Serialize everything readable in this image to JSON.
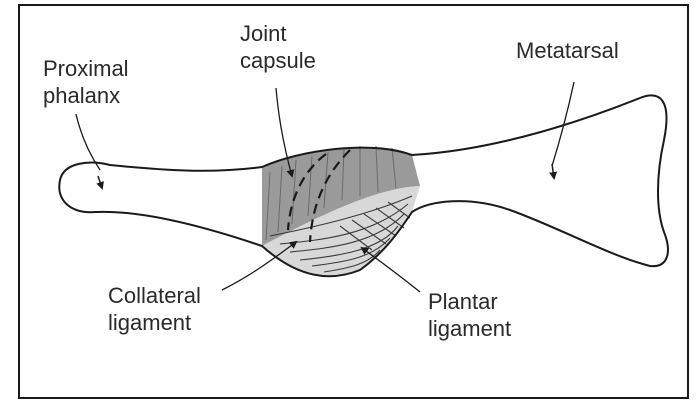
{
  "labels": {
    "proximal_phalanx": [
      "Proximal",
      "phalanx"
    ],
    "joint_capsule": [
      "Joint",
      "capsule"
    ],
    "metatarsal": [
      "Metatarsal"
    ],
    "collateral_ligament": [
      "Collateral",
      "ligament"
    ],
    "plantar_ligament": [
      "Plantar",
      "ligament"
    ]
  },
  "colors": {
    "outline": "#1a1a1a",
    "capsule_fill": "#9a9a9a",
    "plantar_fill": "#d8d8d8",
    "text": "#2a2a2a"
  }
}
